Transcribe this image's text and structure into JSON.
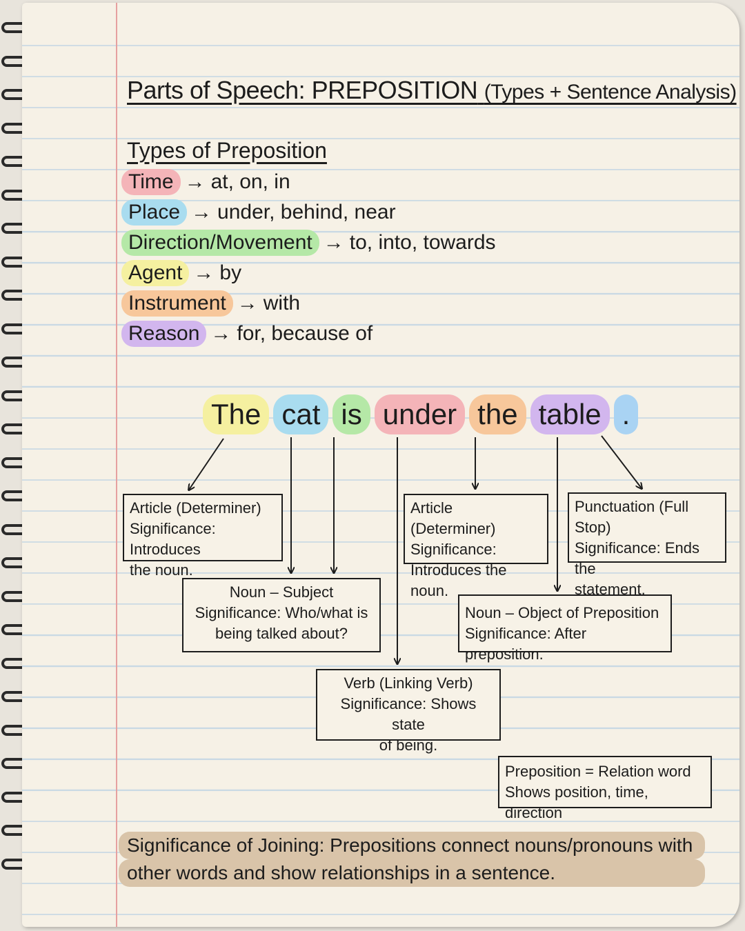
{
  "title": {
    "main": "Parts of Speech: PREPOSITION",
    "sub": "(Types + Sentence Analysis)"
  },
  "types": {
    "heading": "Types of Preposition",
    "items": [
      {
        "label": "Time",
        "examples": "at, on, in",
        "color": "#f4b4b8"
      },
      {
        "label": "Place",
        "examples": "under, behind, near",
        "color": "#a9dcef"
      },
      {
        "label": "Direction/Movement",
        "examples": "to, into, towards",
        "color": "#b5e8a7"
      },
      {
        "label": "Agent",
        "examples": "by",
        "color": "#f5f0a0"
      },
      {
        "label": "Instrument",
        "examples": "with",
        "color": "#f7c79b"
      },
      {
        "label": "Reason",
        "examples": "for, because of",
        "color": "#d2b6ee"
      }
    ],
    "arrow": "→"
  },
  "sentence": {
    "words": [
      {
        "text": "The",
        "color": "#f5f0a0"
      },
      {
        "text": "cat",
        "color": "#a9dcef"
      },
      {
        "text": "is",
        "color": "#b5e8a7"
      },
      {
        "text": "under",
        "color": "#f4b4b8"
      },
      {
        "text": "the",
        "color": "#f7c79b"
      },
      {
        "text": "table",
        "color": "#d2b6ee"
      },
      {
        "text": ".",
        "color": "#a9d3f3"
      }
    ]
  },
  "boxes": {
    "article1": [
      "Article (Determiner)",
      "Significance: Introduces",
      "the noun."
    ],
    "noun_subject": [
      "Noun – Subject",
      "Significance: Who/what is",
      "being talked about?"
    ],
    "verb": [
      "Verb (Linking Verb)",
      "Significance: Shows state",
      "of being."
    ],
    "article2": [
      "Article (Determiner)",
      "Significance:",
      "Introduces the noun."
    ],
    "noun_object": [
      "Noun – Object of Preposition",
      "Significance: After preposition."
    ],
    "punctuation": [
      "Punctuation (Full Stop)",
      "Significance: Ends the",
      "statement."
    ],
    "preposition_note": [
      "Preposition = Relation word",
      "Shows position, time, direction"
    ]
  },
  "summary": {
    "line1": "Significance of Joining: Prepositions connect nouns/pronouns with",
    "line2": "other words and show relationships in a sentence.",
    "color": "#d9c4a9"
  }
}
